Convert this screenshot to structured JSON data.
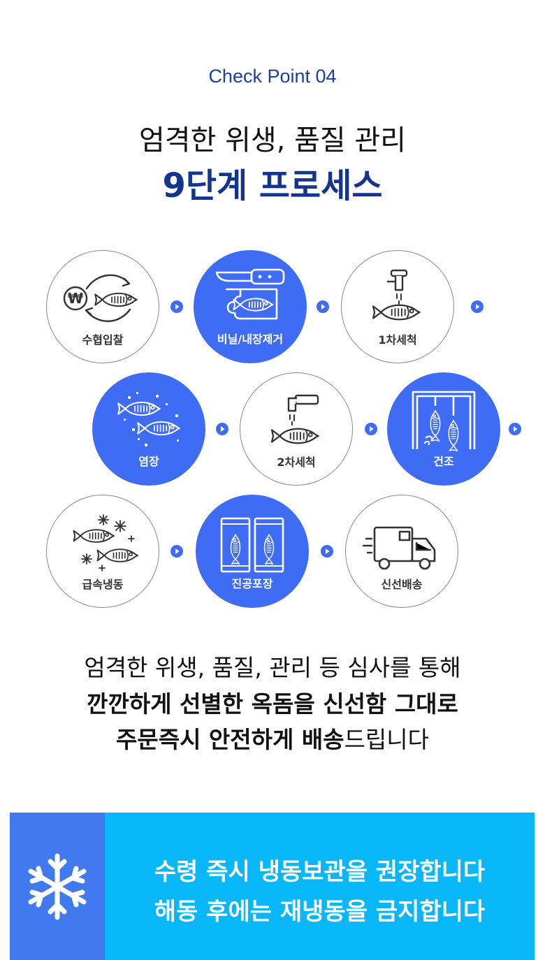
{
  "header": {
    "checkpoint": "Check Point 04",
    "title_line1": "엄격한 위생, 품질 관리",
    "title_line2": "9단계 프로세스"
  },
  "process": {
    "steps": [
      {
        "label": "수협입찰",
        "style": "light",
        "icon": "auction-fish-icon"
      },
      {
        "label": "비닐/내장제거",
        "style": "blue",
        "icon": "knife-board-fish-icon"
      },
      {
        "label": "1차세척",
        "style": "light",
        "icon": "faucet-fish-icon"
      },
      {
        "label": "염장",
        "style": "blue",
        "icon": "salt-fish-icon"
      },
      {
        "label": "2차세척",
        "style": "light",
        "icon": "faucet-fish-icon"
      },
      {
        "label": "건조",
        "style": "blue",
        "icon": "drying-rack-icon"
      },
      {
        "label": "급속냉동",
        "style": "light",
        "icon": "snowflake-fish-icon"
      },
      {
        "label": "진공포장",
        "style": "blue",
        "icon": "vacuum-pack-icon"
      },
      {
        "label": "신선배송",
        "style": "light",
        "icon": "delivery-truck-icon"
      }
    ],
    "won_symbol": "₩",
    "colors": {
      "blue": "#3f6cf5",
      "navy": "#13348f",
      "sky": "#08b7f7"
    }
  },
  "description": {
    "line1": "엄격한 위생, 품질, 관리 등 심사를 통해",
    "line2": "깐깐하게 선별한 옥돔을 신선함 그대로",
    "line3_bold": "주문즉시 안전하게 배송",
    "line3_normal": "드립니다"
  },
  "banner": {
    "line1": "수령 즉시 냉동보관을 권장합니다",
    "line2": "해동 후에는 재냉동을 금지합니다",
    "icon": "snowflake-icon"
  }
}
